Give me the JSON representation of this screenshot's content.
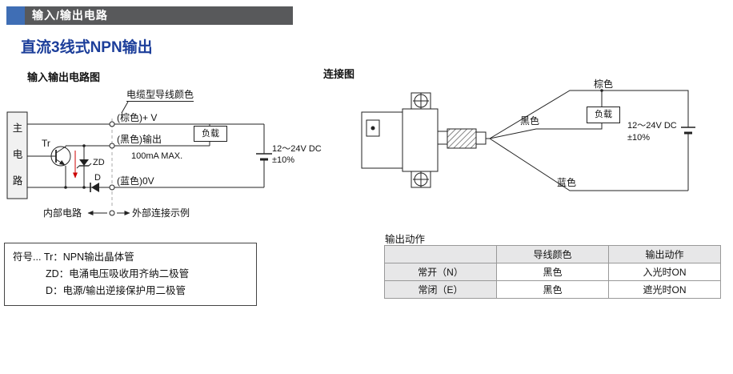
{
  "colors": {
    "accent_blue": "#3f6eb5",
    "header_bar_gray": "#58595b",
    "title_blue": "#1c3e9a",
    "current_arrow_red": "#cc0000",
    "table_header_gray": "#e7e7e8"
  },
  "section_header": {
    "title": "输入/输出电路"
  },
  "page_title": "直流3线式NPN输出",
  "io_circuit": {
    "title": "输入输出电路图",
    "main_circuit_label": "主电路",
    "cable_color_label": "电缆型导线颜色",
    "wire_brown": "(棕色)+ V",
    "wire_black": "(黑色)输出",
    "wire_blue": "(蓝色)0V",
    "load_label": "负载",
    "current_max": "100mA MAX.",
    "supply_voltage": "12～24V DC",
    "supply_tolerance": "±10%",
    "transistor_label": "Tr",
    "zener_label": "ZD",
    "diode_label": "D",
    "internal_label": "内部电路",
    "external_label": "外部连接示例",
    "legend_lines": [
      "符号... Tr：NPN输出晶体管",
      "ZD：电涌电压吸收用齐纳二极管",
      "D：电源/输出逆接保护用二极管"
    ]
  },
  "connection": {
    "title": "连接图",
    "wire_brown": "棕色",
    "wire_black": "黑色",
    "wire_blue": "蓝色",
    "load_label": "负载",
    "supply_voltage": "12～24V DC",
    "supply_tolerance": "±10%"
  },
  "output_action": {
    "title": "输出动作",
    "headers": [
      "",
      "导线颜色",
      "输出动作"
    ],
    "rows": [
      {
        "mode": "常开（N）",
        "wire_color": "黑色",
        "action": "入光时ON"
      },
      {
        "mode": "常闭（E）",
        "wire_color": "黑色",
        "action": "遮光时ON"
      }
    ]
  }
}
